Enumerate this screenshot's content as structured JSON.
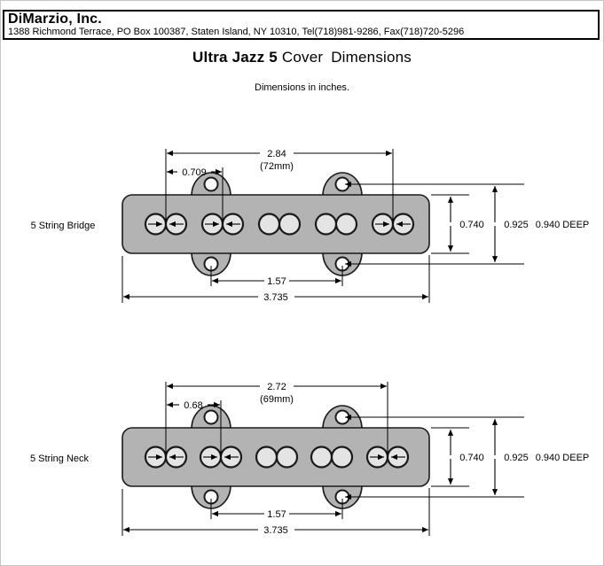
{
  "header": {
    "company": "DiMarzio, Inc.",
    "address": "1388 Richmond Terrace, PO Box 100387, Staten Island, NY 10310, Tel(718)981-9286, Fax(718)720-5296"
  },
  "title": {
    "bold": "Ultra Jazz 5",
    "rest": "Cover Dimensions"
  },
  "subtitle": "Dimensions in inches.",
  "bridge": {
    "label": "5 String Bridge",
    "pole_span": "2.84",
    "pole_span_mm": "(72mm)",
    "pole_pitch": "0.709",
    "body_height": "0.740",
    "overall_height": "0.925",
    "depth": "0.940 DEEP",
    "mount_hole_span": "1.57",
    "overall_width": "3.735"
  },
  "neck": {
    "label": "5 String Neck",
    "pole_span": "2.72",
    "pole_span_mm": "(69mm)",
    "pole_pitch": "0.68",
    "body_height": "0.740",
    "overall_height": "0.925",
    "depth": "0.940 DEEP",
    "mount_hole_span": "1.57",
    "overall_width": "3.735"
  },
  "colors": {
    "cover_fill": "#b3b3b3",
    "pole_fill": "#e4e4e4",
    "screw_fill": "#ffffff",
    "line": "#000000"
  }
}
